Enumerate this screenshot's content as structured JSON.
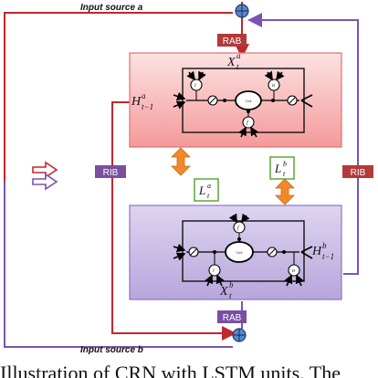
{
  "inputs": {
    "source_a": "Input source a",
    "source_b": "Input source b"
  },
  "blocks": {
    "rab_top": "RAB",
    "rab_bottom": "RAB",
    "rib_left": "RIB",
    "rib_right": "RIB"
  },
  "math": {
    "x_a_main": "X",
    "x_a_sub": "t",
    "x_a_sup": "a",
    "x_b_main": "X",
    "x_b_sub": "t",
    "x_b_sup": "b",
    "h_a_main": "H",
    "h_a_sub": "t−1",
    "h_a_sup": "a",
    "h_b_main": "H",
    "h_b_sub": "t−1",
    "h_b_sup": "b",
    "l_a_main": "L",
    "l_a_sub": "t",
    "l_a_sup": "a",
    "l_b_main": "L",
    "l_b_sub": "t",
    "l_b_sup": "b"
  },
  "cells": {
    "cell_label": "Cell",
    "gate_o": "o",
    "gate_i": "i",
    "gate_f": "f"
  },
  "caption": "Illustration of CRN with LSTM units. The",
  "colors": {
    "red_line": "#c0282d",
    "purple_line": "#7a54b0",
    "pink_fill": "#f8b0b0",
    "lavender_fill": "#c8b8e6",
    "orange_arrow": "#f08a28",
    "green_box": "#5aa83a",
    "rab_fill": "#b23a3a",
    "rib_fill": "#7a4fa0",
    "sum_fill": "#5b86c8"
  }
}
